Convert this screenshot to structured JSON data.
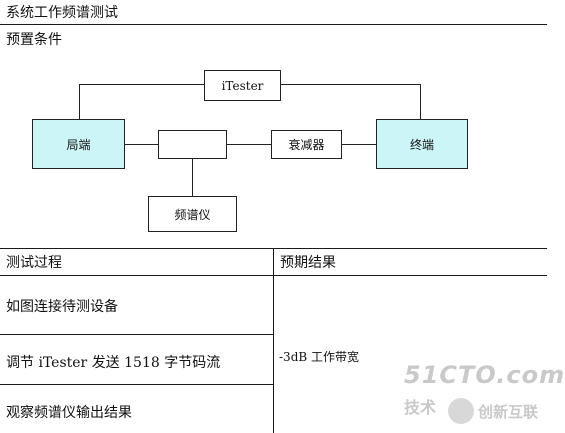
{
  "header": {
    "title": "系统工作频谱测试"
  },
  "precondition": {
    "label": "预置条件",
    "diagram": {
      "itester": "iTester",
      "local": "局端",
      "terminal": "终端",
      "attenuator": "衰减器",
      "center": "",
      "spectrum": "频谱仪"
    }
  },
  "table": {
    "col_process": "测试过程",
    "col_expected": "预期结果",
    "steps": [
      "如图连接待测设备",
      "调节 iTester 发送 1518 字节码流",
      "观察频谱仪输出结果"
    ],
    "expected": "-3dB 工作带宽"
  },
  "watermark": {
    "line1": "51CTO.com",
    "line2": "技术",
    "brand": "创新互联"
  }
}
